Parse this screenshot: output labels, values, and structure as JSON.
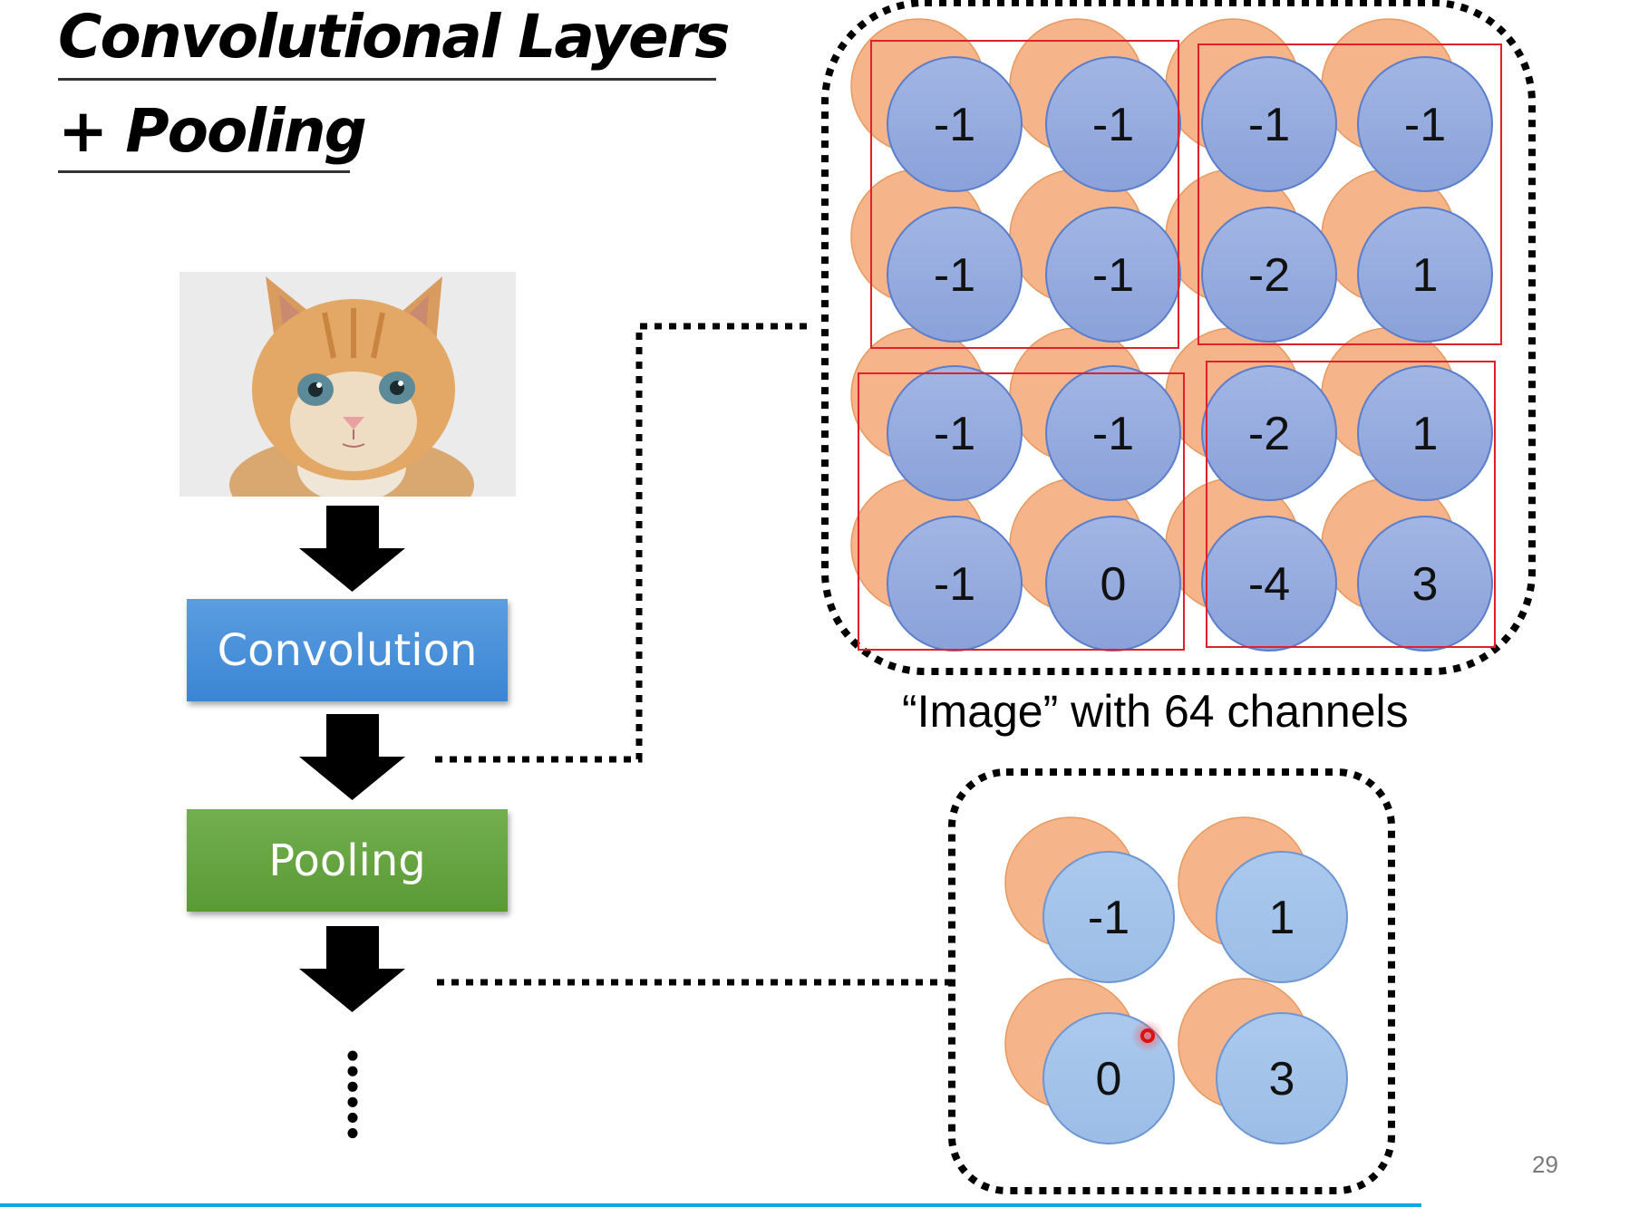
{
  "slide": {
    "title_line1": "Convolutional Layers",
    "title_line2": "+ Pooling",
    "page_number": "29",
    "accent_color": "#10a8e0"
  },
  "pipeline": {
    "input_image": "cat-photo",
    "steps": [
      {
        "label": "Convolution",
        "color": "#4a90dc"
      },
      {
        "label": "Pooling",
        "color": "#66a443"
      }
    ],
    "continuation": "vertical-ellipsis"
  },
  "feature_map": {
    "caption": "“Image” with 64 channels",
    "grid": [
      [
        "-1",
        "-1",
        "-1",
        "-1"
      ],
      [
        "-1",
        "-1",
        "-2",
        "1"
      ],
      [
        "-1",
        "-1",
        "-2",
        "1"
      ],
      [
        "-1",
        "0",
        "-4",
        "3"
      ]
    ],
    "pool_groups": 4,
    "front_color": "#94abdf",
    "back_color": "#f6b48b",
    "group_box_color": "#e0202a"
  },
  "pooled_map": {
    "grid": [
      [
        "-1",
        "1"
      ],
      [
        "0",
        "3"
      ]
    ],
    "front_color": "#a4c3ea",
    "back_color": "#f6b48b"
  },
  "pointer": {
    "color": "#e01010"
  }
}
